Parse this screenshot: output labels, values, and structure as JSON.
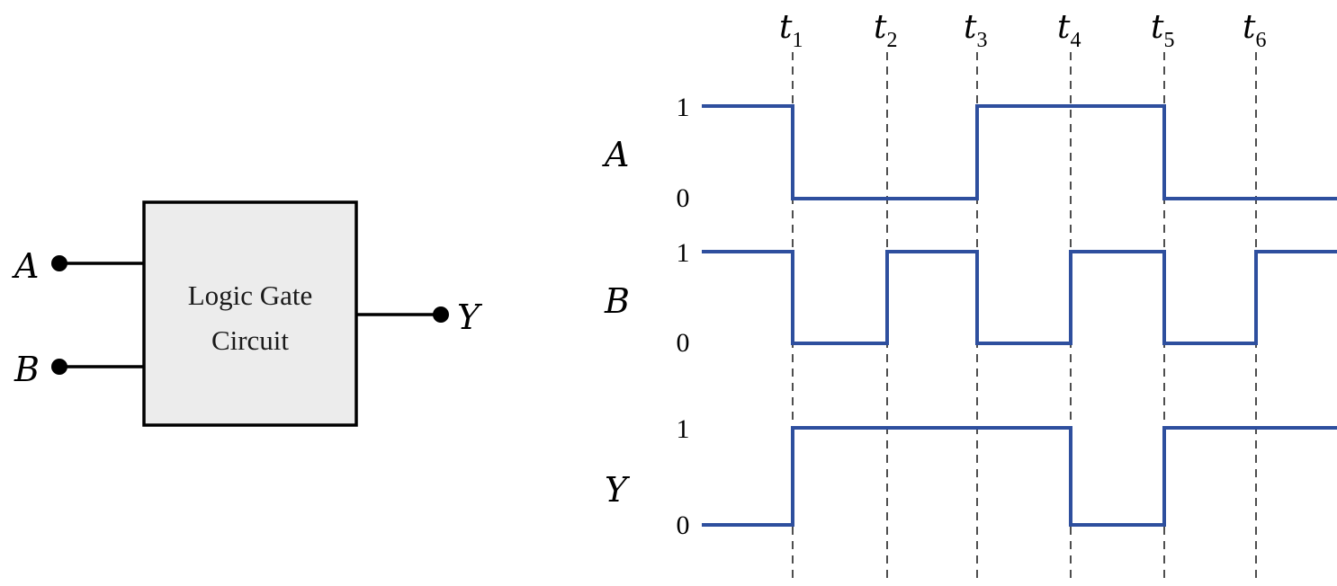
{
  "gate": {
    "box_line1": "Logic Gate",
    "box_line2": "Circuit",
    "input_a": "A",
    "input_b": "B",
    "output_y": "Y"
  },
  "timing": {
    "time_symbol": "t",
    "time_subscripts": [
      "1",
      "2",
      "3",
      "4",
      "5",
      "6"
    ],
    "high_label": "1",
    "low_label": "0",
    "wave_color": "#2e4f9e",
    "signals": [
      {
        "name": "A",
        "levels": [
          1,
          0,
          0,
          1,
          1,
          0,
          0
        ]
      },
      {
        "name": "B",
        "levels": [
          1,
          0,
          1,
          0,
          1,
          0,
          1
        ]
      },
      {
        "name": "Y",
        "levels": [
          0,
          1,
          1,
          1,
          0,
          1,
          1
        ]
      }
    ]
  }
}
